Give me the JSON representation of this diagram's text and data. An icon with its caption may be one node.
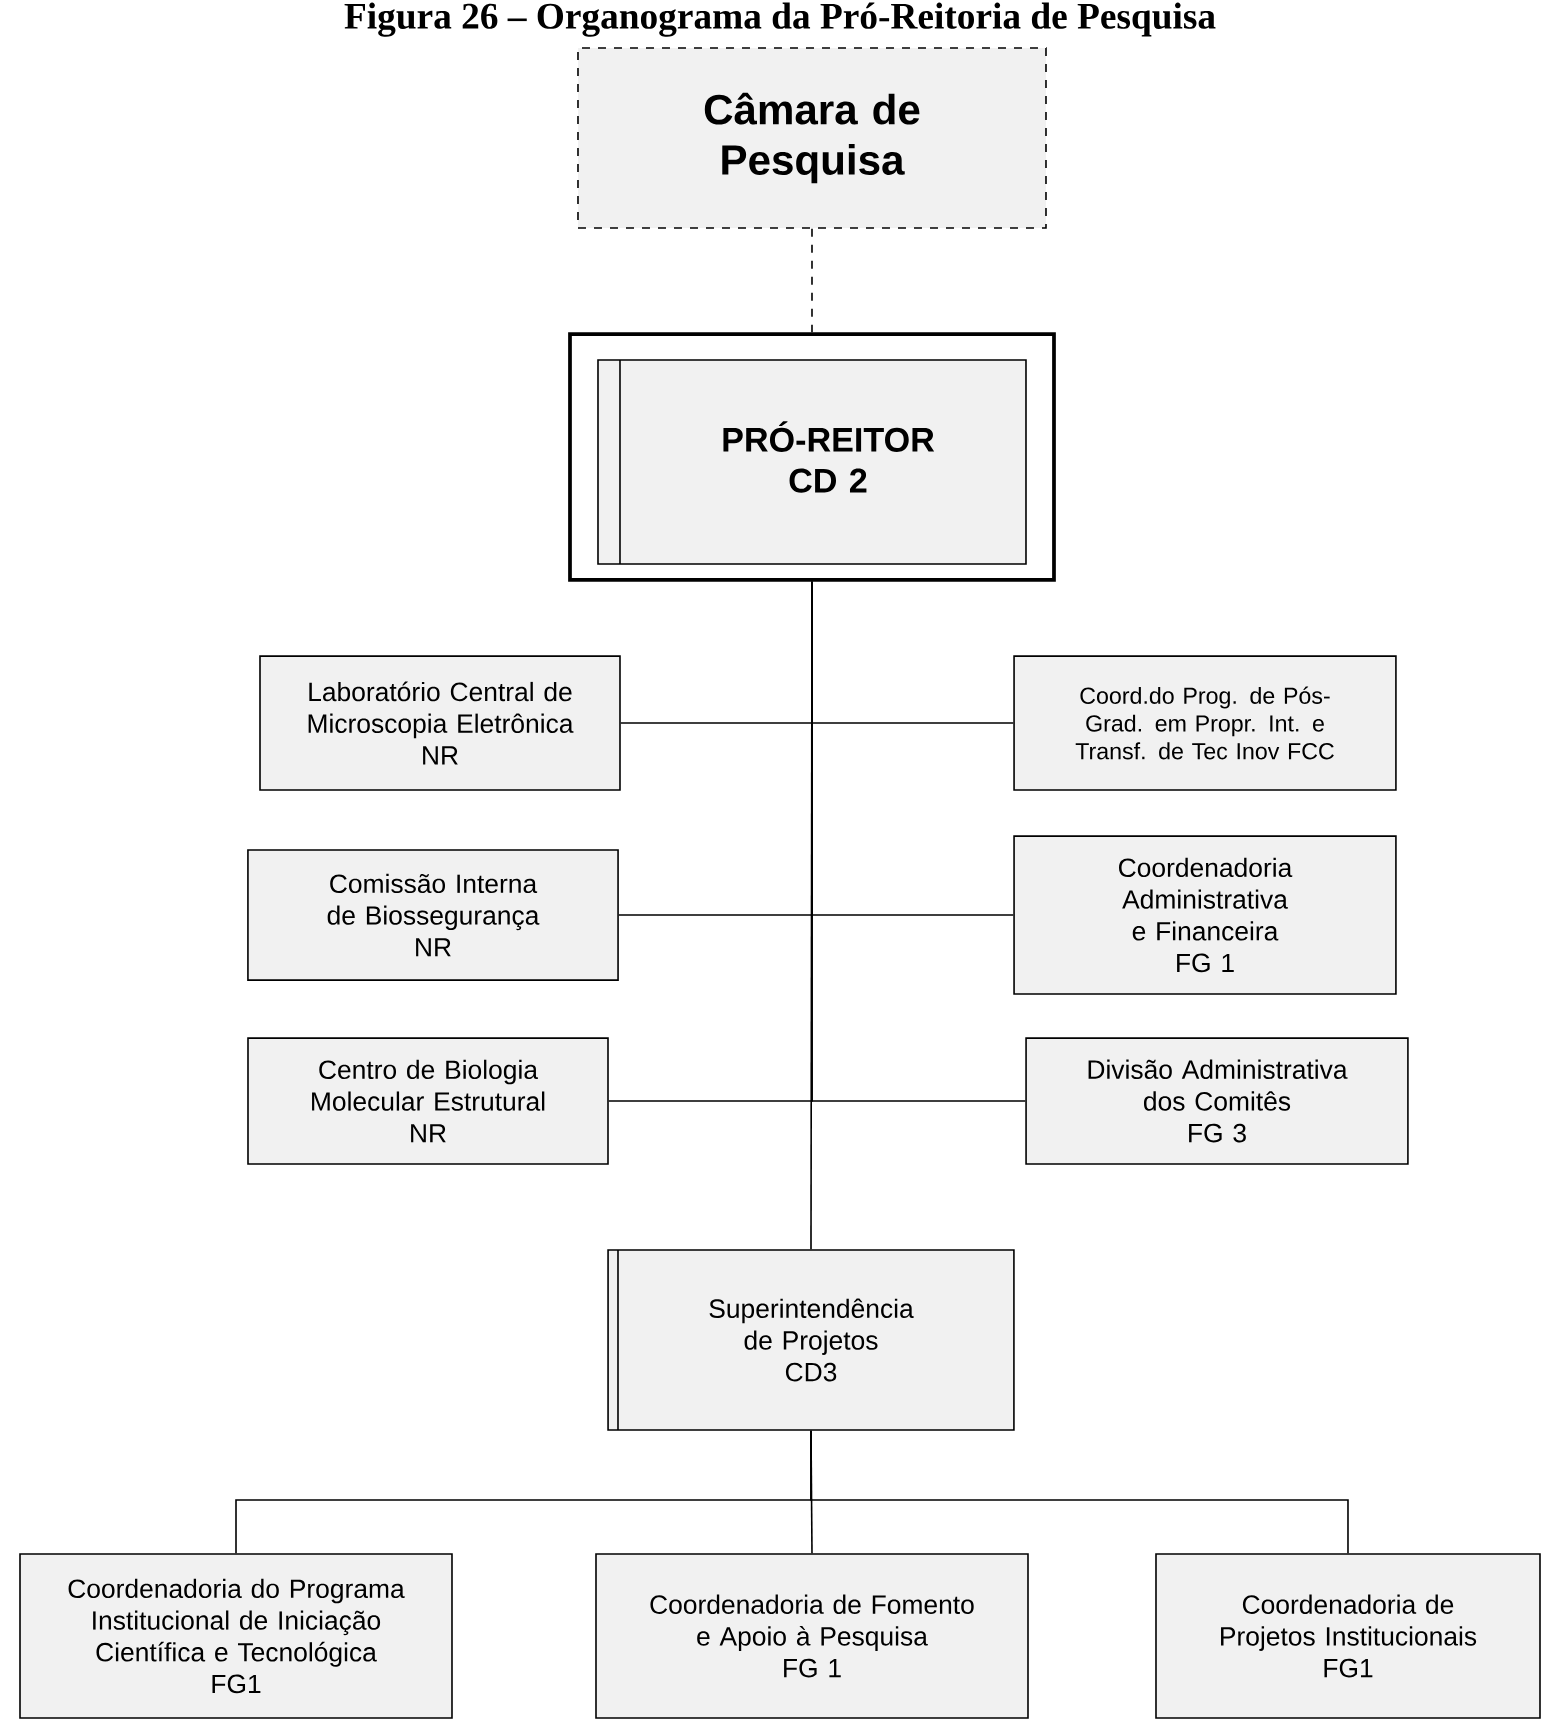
{
  "diagram": {
    "title": "Figura 26 – Organograma da Pró-Reitoria de Pesquisa",
    "nodes": [
      {
        "text": [
          "Câmara de Pesquisa"
        ]
      },
      {
        "text": [
          "PRÓ-REITOR",
          "CD 2"
        ]
      },
      {
        "text": [
          "Laboratório Central de Microscopia Eletrônica",
          "NR"
        ]
      },
      {
        "text": [
          "Coord.do Prog. de Pós-Grad. em Propr. Int. e Transf. de Tec  Inov FCC"
        ]
      },
      {
        "text": [
          "Comissão Interna de Biossegurança",
          "NR"
        ]
      },
      {
        "text": [
          "Coordenadoria Administrativa e Financeira",
          "FG 1"
        ]
      },
      {
        "text": [
          "Centro de Biologia Molecular Estrutural",
          "NR"
        ]
      },
      {
        "text": [
          "Divisão Administrativa dos Comitês",
          "FG 3"
        ]
      },
      {
        "text": [
          "Superintendência de Projetos",
          "CD3"
        ]
      },
      {
        "text": [
          "Coordenadoria do Programa Institucional de Iniciação Científica e Tecnológica",
          "FG1"
        ]
      },
      {
        "text": [
          "Coordenadoria de Fomento e Apoio à Pesquisa",
          "FG 1"
        ]
      },
      {
        "text": [
          "Coordenadoria  de Projetos Institucionais",
          "FG1"
        ]
      }
    ],
    "edges": [
      {
        "from": 0,
        "to": 1,
        "arrow": "none",
        "style": "dashed"
      },
      {
        "from": 1,
        "to": 2,
        "arrow": "none"
      },
      {
        "from": 1,
        "to": 3,
        "arrow": "none"
      },
      {
        "from": 1,
        "to": 4,
        "arrow": "none"
      },
      {
        "from": 1,
        "to": 5,
        "arrow": "none"
      },
      {
        "from": 1,
        "to": 6,
        "arrow": "none"
      },
      {
        "from": 1,
        "to": 7,
        "arrow": "none"
      },
      {
        "from": 1,
        "to": 8,
        "arrow": "none"
      },
      {
        "from": 8,
        "to": 9,
        "arrow": "none"
      },
      {
        "from": 8,
        "to": 10,
        "arrow": "none"
      },
      {
        "from": 8,
        "to": 11,
        "arrow": "none"
      }
    ]
  }
}
